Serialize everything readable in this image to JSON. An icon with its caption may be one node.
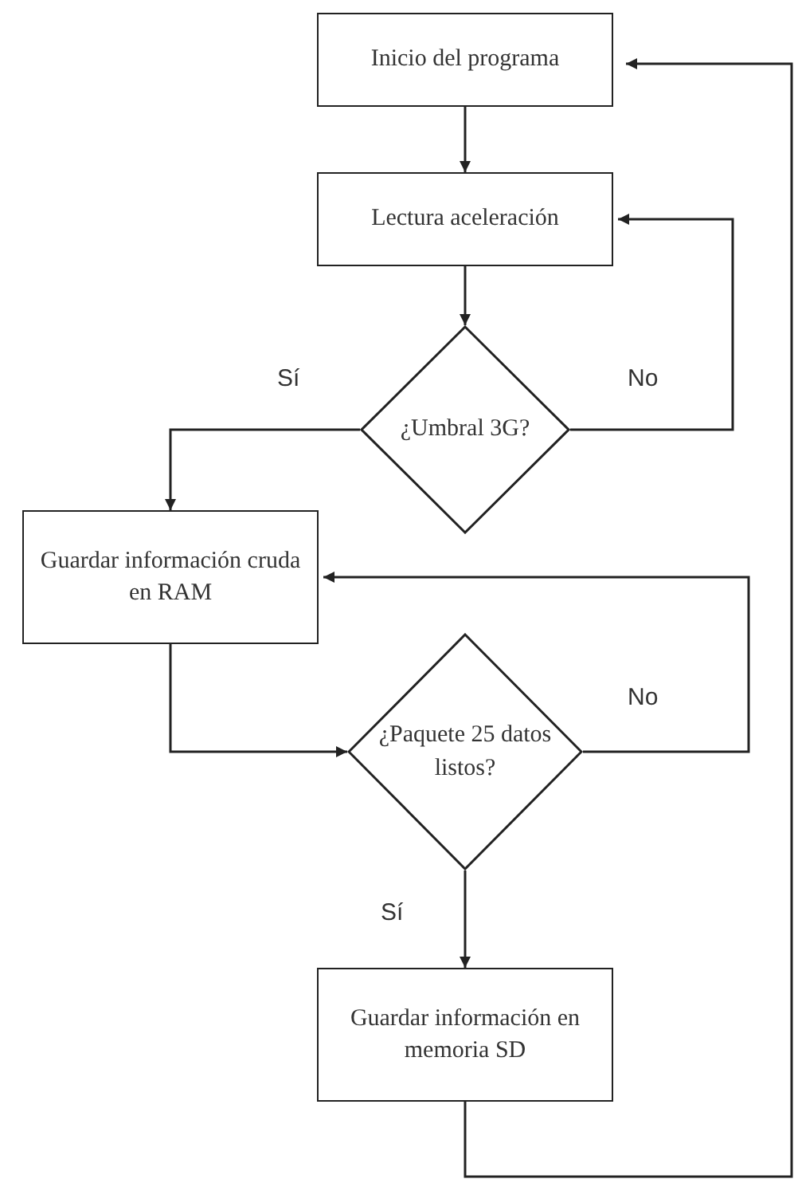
{
  "diagram": {
    "nodes": [
      {
        "text": [
          "Inicio del programa"
        ]
      },
      {
        "text": [
          "Lectura aceleración"
        ]
      },
      {
        "text": [
          "¿Umbral 3G?"
        ]
      },
      {
        "text": [
          "Guardar información cruda en RAM"
        ]
      },
      {
        "text": [
          "¿Paquete 25 datos listos?"
        ]
      },
      {
        "text": [
          "Guardar información en memoria SD"
        ]
      }
    ],
    "edges": [
      {
        "from": 0,
        "to": 1,
        "arrow": "to"
      },
      {
        "from": 1,
        "to": 2,
        "arrow": "to"
      },
      {
        "from": 2,
        "to": 3,
        "arrow": "to",
        "label": "Sí"
      },
      {
        "from": 2,
        "to": 1,
        "arrow": "to",
        "label": "No"
      },
      {
        "from": 3,
        "to": 4,
        "arrow": "to"
      },
      {
        "from": 4,
        "to": 3,
        "arrow": "to",
        "label": "No"
      },
      {
        "from": 4,
        "to": 5,
        "arrow": "to",
        "label": "Sí"
      },
      {
        "from": 5,
        "to": 0,
        "arrow": "to"
      }
    ]
  }
}
